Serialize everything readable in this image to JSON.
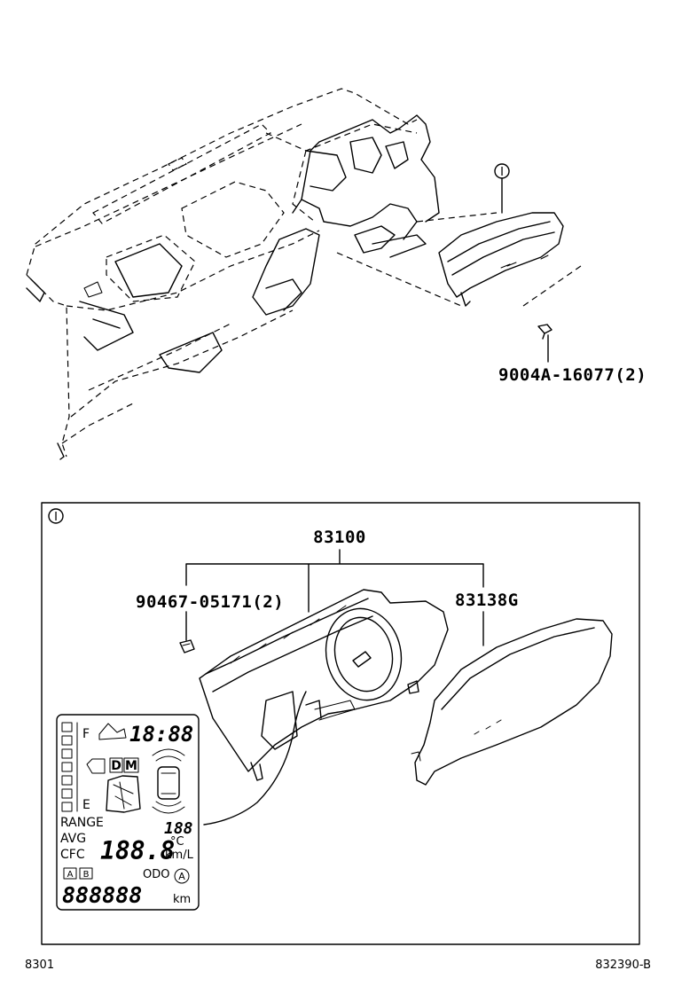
{
  "labels": {
    "screw_part": "9004A-16077(2)",
    "cluster_part": "83100",
    "clip_part": "90467-05171(2)",
    "glass_part": "83138G",
    "detail_marker": "I",
    "page_left": "8301",
    "page_right": "832390-B"
  },
  "lcd": {
    "fuel_full": "F",
    "fuel_empty": "E",
    "clock": "18:88",
    "range_label": "RANGE",
    "avg_label": "AVG",
    "cfc_label": "CFC",
    "range_digits": "188",
    "main_digits": "188.8",
    "unit_temp": "°C",
    "unit_fuel": "km/L",
    "trip_a": "A",
    "trip_b": "B",
    "odo_label": "ODO",
    "odo_digits": "888888",
    "odo_unit": "km",
    "mode_d": "D",
    "mode_m": "M",
    "auto_mark": "A"
  }
}
